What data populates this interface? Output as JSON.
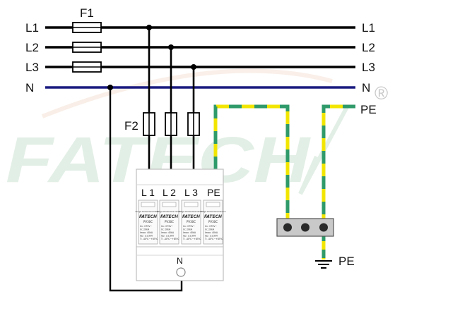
{
  "watermark": {
    "brand": "FATECH",
    "mark": "®"
  },
  "lines": {
    "left": [
      "L1",
      "L2",
      "L3",
      "N"
    ],
    "right": [
      "L1",
      "L2",
      "L3",
      "N",
      "PE"
    ]
  },
  "fuses": {
    "main": "F1",
    "branch": "F2"
  },
  "spd": {
    "terminals": [
      "L 1",
      "L 2",
      "L 3",
      "PE"
    ],
    "neutral_label": "N",
    "module_brand": "FATECH",
    "module_model": "PV30C",
    "module_header": "Surge Protective Device",
    "module_specs": [
      "Uc: 275V~",
      "In: 20kA",
      "Imax: 40kA",
      "Up: ≤1.5kV",
      "T: -40℃~+85℃"
    ]
  },
  "ground": {
    "label": "PE"
  }
}
